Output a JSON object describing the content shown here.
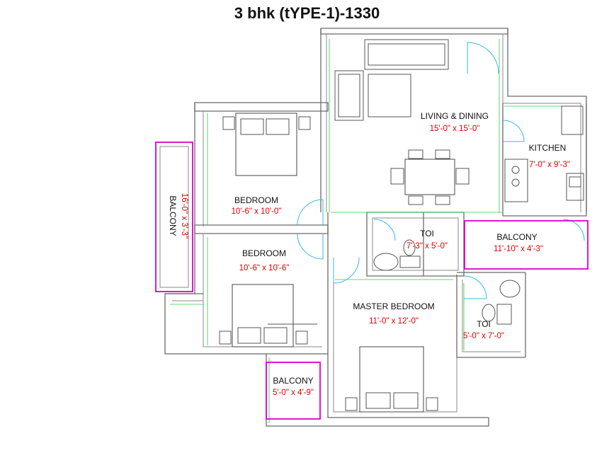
{
  "title": "3 bhk (tYPE-1)-1330",
  "rooms": {
    "living": {
      "name": "LIVING & DINING",
      "size": "15'-0\" x 15'-0\""
    },
    "kitchen": {
      "name": "KITCHEN",
      "size": "7'-0\" x 9'-3\""
    },
    "bedroom1": {
      "name": "BEDROOM",
      "size": "10'-6\" x 10'-0\""
    },
    "bedroom2": {
      "name": "BEDROOM",
      "size": "10'-6\" x 10'-6\""
    },
    "master": {
      "name": "MASTER BEDROOM",
      "size": "11'-0\" x 12'-0\""
    },
    "toi1": {
      "name": "TOI",
      "size": "7'-3\" x 5'-0\""
    },
    "toi2": {
      "name": "TOI",
      "size": "5'-0\" x 7'-0\""
    },
    "balcony_left": {
      "name": "BALCONY",
      "size": "16'-0\" x 3'-3\""
    },
    "balcony_right": {
      "name": "BALCONY",
      "size": "11'-10\" x 4'-3\""
    },
    "balcony_bottom": {
      "name": "BALCONY",
      "size": "5'-0\" x 4'-9\""
    }
  },
  "colors": {
    "wall": "#6b6b6b",
    "inner_line": "#2ecc40",
    "door": "#35b8e6",
    "balcony": "#d800c8",
    "dimension": "#e00000"
  }
}
